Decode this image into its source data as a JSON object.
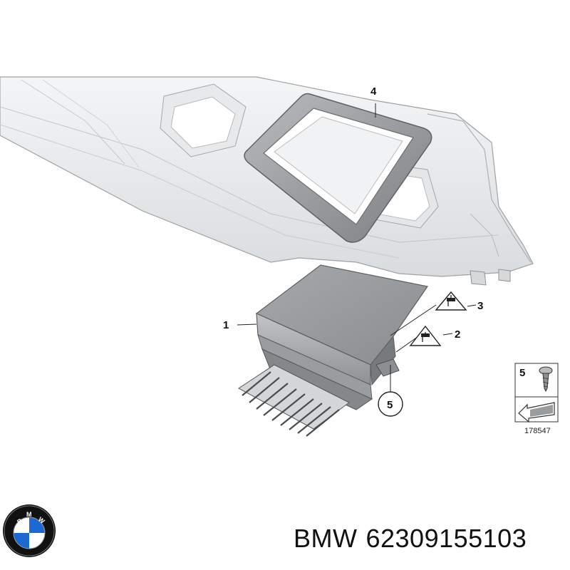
{
  "diagram": {
    "callouts": {
      "part1": "1",
      "part2": "2",
      "part3": "3",
      "part4": "4",
      "part5": "5"
    },
    "legend": {
      "part_number": "5",
      "reference_number": "178547"
    }
  },
  "caption": {
    "brand": "BMW",
    "part_number": "62309155103"
  },
  "logo": {
    "text": "BMW",
    "colors": {
      "blue": "#1c69d4",
      "white": "#ffffff",
      "ring": "#111111"
    }
  }
}
